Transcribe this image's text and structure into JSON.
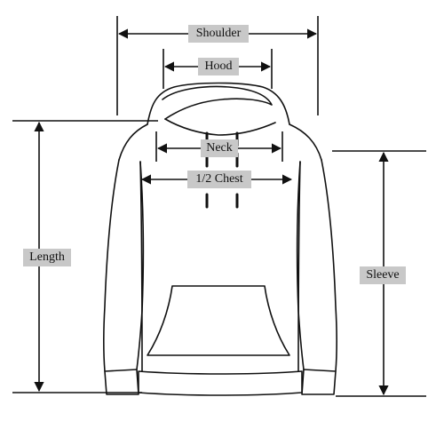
{
  "labels": {
    "shoulder": "Shoulder",
    "hood": "Hood",
    "neck": "Neck",
    "chest": "1/2 Chest",
    "length": "Length",
    "sleeve": "Sleeve"
  },
  "colors": {
    "line": "#111111",
    "label_background": "#c8c8c8",
    "background": "#ffffff"
  }
}
